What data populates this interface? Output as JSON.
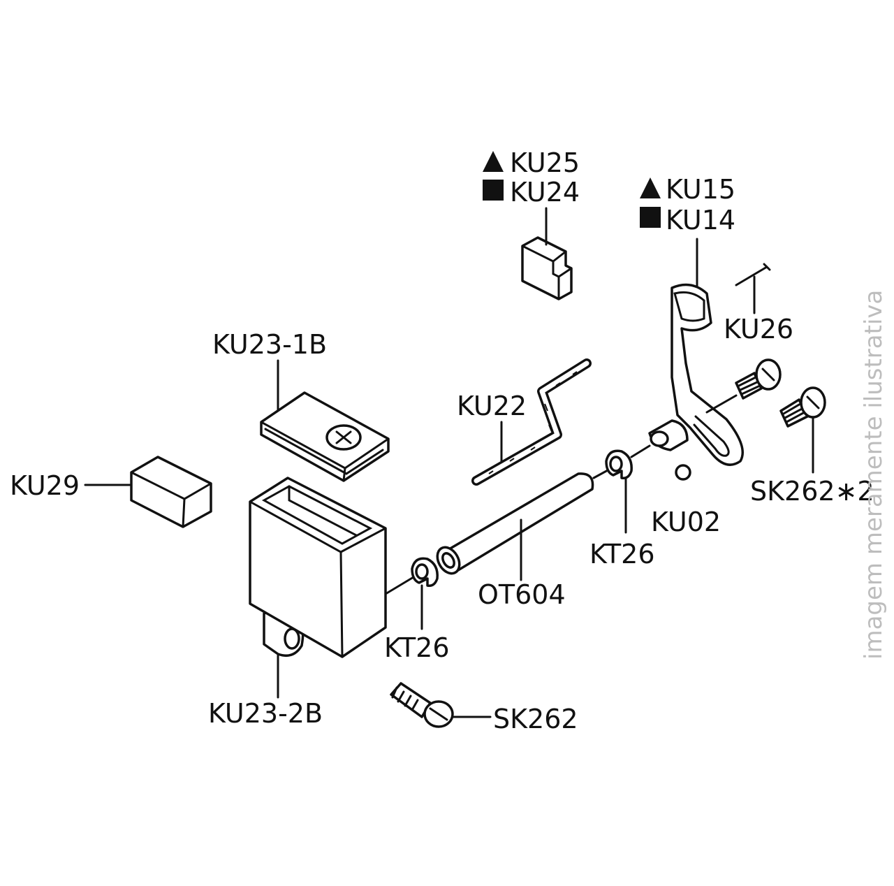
{
  "labels": {
    "ku25": "KU25",
    "ku24": "KU24",
    "ku15": "KU15",
    "ku14": "KU14",
    "ku26": "KU26",
    "ku23_1b": "KU23-1B",
    "ku22": "KU22",
    "ku29": "KU29",
    "ku02": "KU02",
    "kt26_right": "KT26",
    "sk262x2": "SK262∗2",
    "ot604": "OT604",
    "kt26_left": "KT26",
    "ku23_2b": "KU23-2B",
    "sk262": "SK262"
  },
  "watermark": "imagem meramente ilustrativa",
  "colors": {
    "ink": "#111111",
    "watermark": "#bdbdbd",
    "background": "#ffffff"
  },
  "icons": {
    "triangle": "triangle-icon",
    "square": "square-icon"
  }
}
